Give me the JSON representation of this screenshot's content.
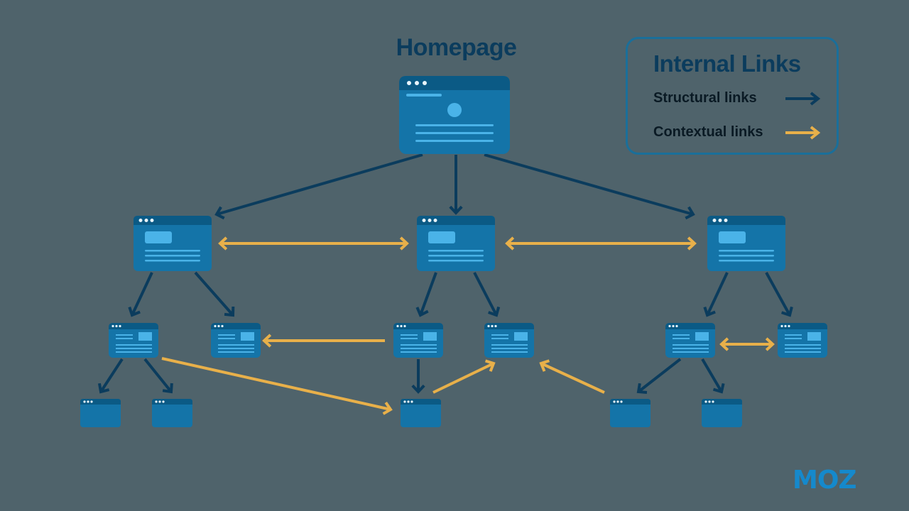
{
  "title": "Homepage",
  "legend": {
    "title": "Internal Links",
    "items": [
      {
        "label": "Structural links",
        "color": "#0b3c5d"
      },
      {
        "label": "Contextual links",
        "color": "#e8b04a"
      }
    ]
  },
  "logo": "MOZ",
  "colors": {
    "background": "#4f636b",
    "page_body": "#1474a8",
    "page_header": "#0b5a85",
    "page_light": "#4ab3e8",
    "structural": "#0b3c5d",
    "contextual": "#e8b04a"
  },
  "nodes": [
    {
      "id": "home",
      "level": 0,
      "label": "Homepage"
    },
    {
      "id": "l1a",
      "level": 1
    },
    {
      "id": "l1b",
      "level": 1
    },
    {
      "id": "l1c",
      "level": 1
    },
    {
      "id": "l2a",
      "level": 2
    },
    {
      "id": "l2b",
      "level": 2
    },
    {
      "id": "l2c",
      "level": 2
    },
    {
      "id": "l2d",
      "level": 2
    },
    {
      "id": "l2e",
      "level": 2
    },
    {
      "id": "l2f",
      "level": 2
    },
    {
      "id": "l3a",
      "level": 3
    },
    {
      "id": "l3b",
      "level": 3
    },
    {
      "id": "l3c",
      "level": 3
    },
    {
      "id": "l3d",
      "level": 3
    },
    {
      "id": "l3e",
      "level": 3
    }
  ],
  "edges": [
    {
      "from": "home",
      "to": "l1a",
      "type": "structural"
    },
    {
      "from": "home",
      "to": "l1b",
      "type": "structural"
    },
    {
      "from": "home",
      "to": "l1c",
      "type": "structural"
    },
    {
      "from": "l1a",
      "to": "l1b",
      "type": "contextual",
      "bidirectional": true
    },
    {
      "from": "l1b",
      "to": "l1c",
      "type": "contextual",
      "bidirectional": true
    },
    {
      "from": "l1a",
      "to": "l2a",
      "type": "structural"
    },
    {
      "from": "l1a",
      "to": "l2b",
      "type": "structural"
    },
    {
      "from": "l1b",
      "to": "l2c",
      "type": "structural"
    },
    {
      "from": "l1b",
      "to": "l2d",
      "type": "structural"
    },
    {
      "from": "l1c",
      "to": "l2e",
      "type": "structural"
    },
    {
      "from": "l1c",
      "to": "l2f",
      "type": "structural"
    },
    {
      "from": "l2c",
      "to": "l2b",
      "type": "contextual"
    },
    {
      "from": "l2e",
      "to": "l2f",
      "type": "contextual",
      "bidirectional": true
    },
    {
      "from": "l2a",
      "to": "l3a",
      "type": "structural"
    },
    {
      "from": "l2a",
      "to": "l3b",
      "type": "structural"
    },
    {
      "from": "l2c",
      "to": "l3c",
      "type": "structural"
    },
    {
      "from": "l2e",
      "to": "l3d",
      "type": "structural"
    },
    {
      "from": "l2e",
      "to": "l3e",
      "type": "structural"
    },
    {
      "from": "l2a",
      "to": "l3c",
      "type": "contextual"
    },
    {
      "from": "l3c",
      "to": "l2d",
      "type": "contextual"
    },
    {
      "from": "l3d",
      "to": "l2d",
      "type": "contextual"
    }
  ]
}
